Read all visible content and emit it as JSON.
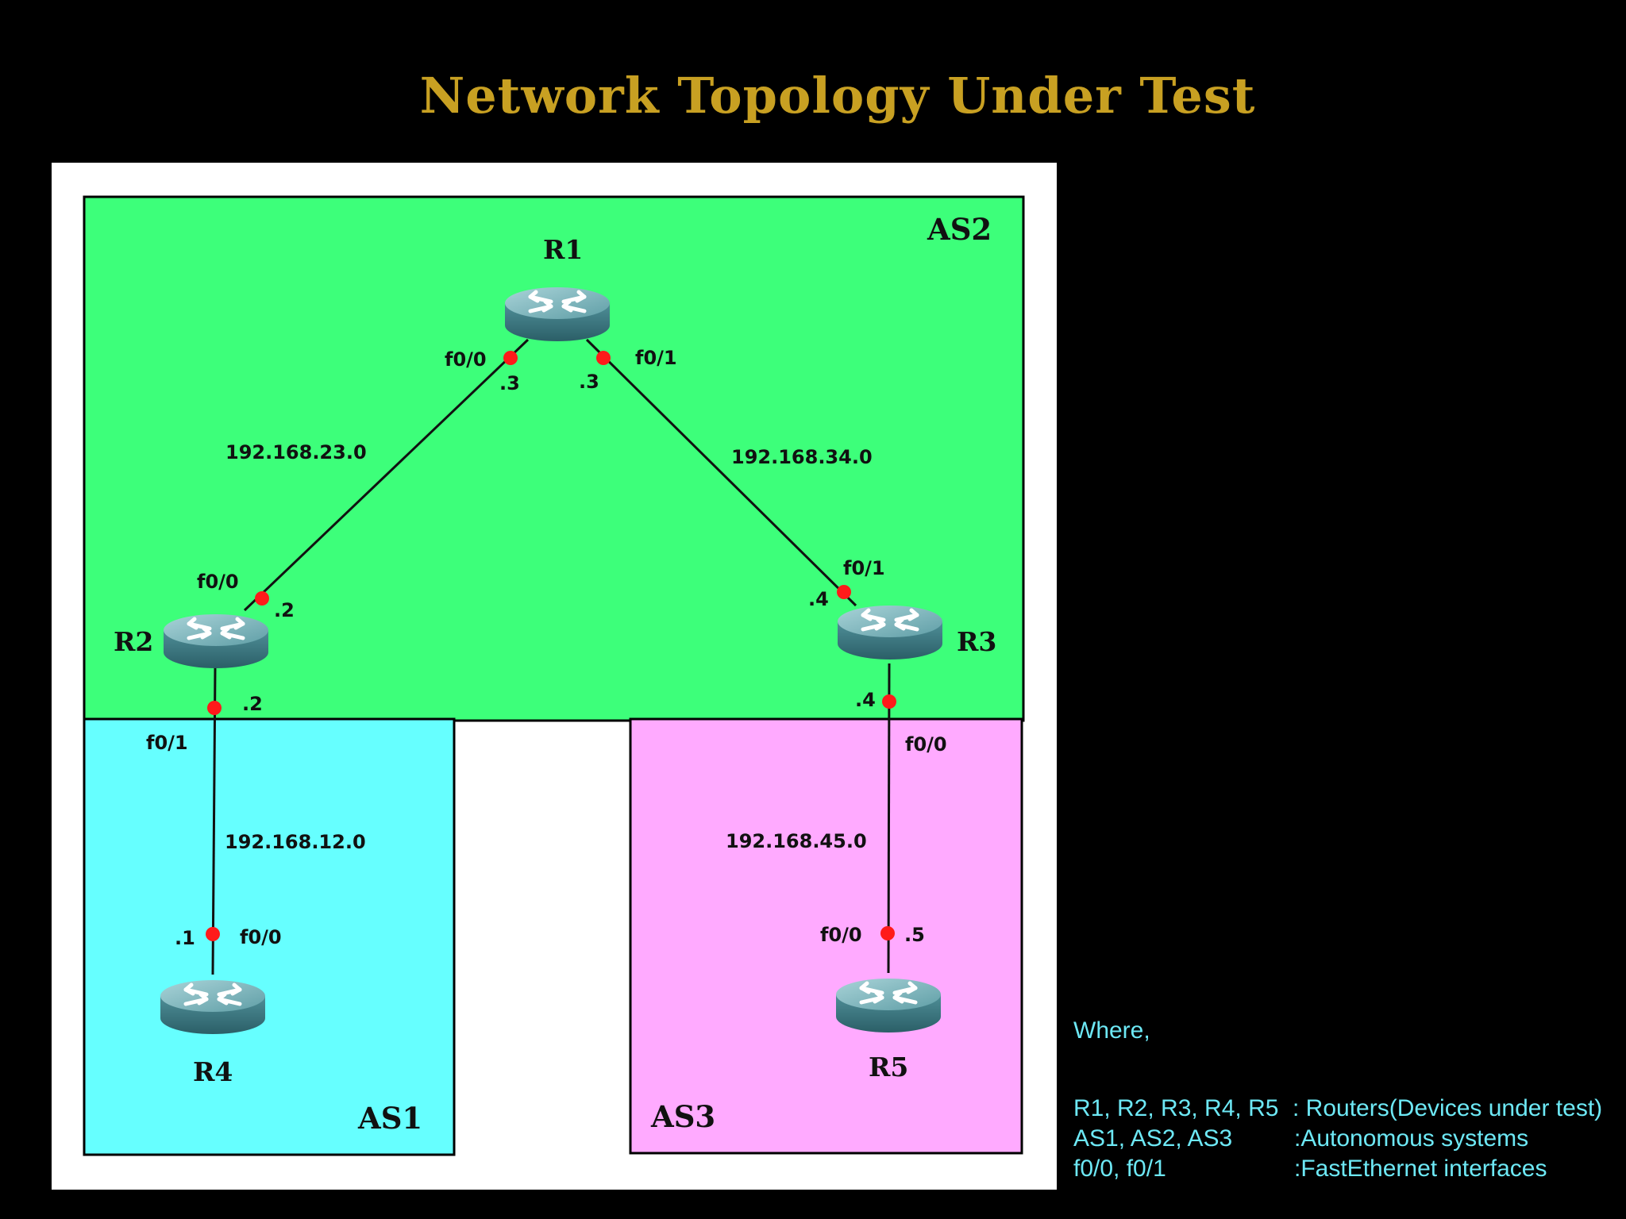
{
  "title": "Network Topology Under Test",
  "as_zones": {
    "as1": {
      "label": "AS1",
      "color": "#66ffff"
    },
    "as2": {
      "label": "AS2",
      "color": "#3dff7a"
    },
    "as3": {
      "label": "AS3",
      "color": "#ffaaff"
    }
  },
  "routers": {
    "r1": {
      "name": "R1",
      "icon": "router-icon"
    },
    "r2": {
      "name": "R2",
      "icon": "router-icon"
    },
    "r3": {
      "name": "R3",
      "icon": "router-icon"
    },
    "r4": {
      "name": "R4",
      "icon": "router-icon"
    },
    "r5": {
      "name": "R5",
      "icon": "router-icon"
    }
  },
  "links": {
    "r1_r2": {
      "network": "192.168.23.0",
      "r1_if": "f0/0",
      "r1_ip": ".3",
      "r2_if": "f0/0",
      "r2_ip": ".2"
    },
    "r1_r3": {
      "network": "192.168.34.0",
      "r1_if": "f0/1",
      "r1_ip": ".3",
      "r3_if": "f0/1",
      "r3_ip": ".4"
    },
    "r2_r4": {
      "network": "192.168.12.0",
      "r2_if": "f0/1",
      "r2_ip": ".2",
      "r4_if": "f0/0",
      "r4_ip": ".1"
    },
    "r3_r5": {
      "network": "192.168.45.0",
      "r3_if": "f0/0",
      "r3_ip": ".4",
      "r5_if": "f0/0",
      "r5_ip": ".5"
    }
  },
  "interface_dot_color": "#ff1a1a",
  "legend": {
    "intro": "Where,",
    "rows": [
      {
        "term": "R1, R2, R3, R4, R5",
        "desc": ": Routers(Devices under test)"
      },
      {
        "term": "AS1, AS2, AS3",
        "desc": ":Autonomous systems"
      },
      {
        "term": "f0/0, f0/1",
        "desc": ":FastEthernet interfaces"
      }
    ]
  }
}
